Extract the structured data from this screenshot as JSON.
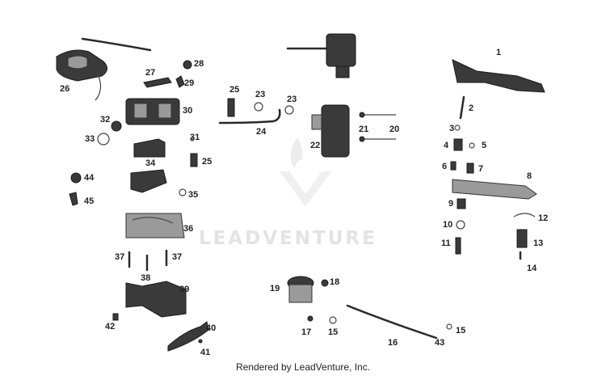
{
  "watermark": {
    "text": "LEADVENTURE"
  },
  "footer": {
    "text": "Rendered by LeadVenture, Inc."
  },
  "callouts": {
    "c1": "1",
    "c2": "2",
    "c3": "3",
    "c4": "4",
    "c5": "5",
    "c6": "6",
    "c7": "7",
    "c8": "8",
    "c9": "9",
    "c10": "10",
    "c11": "11",
    "c12": "12",
    "c13": "13",
    "c14": "14",
    "c15a": "15",
    "c15b": "15",
    "c16": "16",
    "c17": "17",
    "c18": "18",
    "c19": "19",
    "c20": "20",
    "c21": "21",
    "c22": "22",
    "c23a": "23",
    "c23b": "23",
    "c24": "24",
    "c25a": "25",
    "c25b": "25",
    "c26": "26",
    "c27": "27",
    "c28": "28",
    "c29": "29",
    "c30": "30",
    "c31": "31",
    "c32": "32",
    "c33": "33",
    "c34": "34",
    "c35": "35",
    "c36": "36",
    "c37a": "37",
    "c37b": "37",
    "c38": "38",
    "c39": "39",
    "c40": "40",
    "c41": "41",
    "c42": "42",
    "c43": "43",
    "c44": "44",
    "c45": "45"
  }
}
